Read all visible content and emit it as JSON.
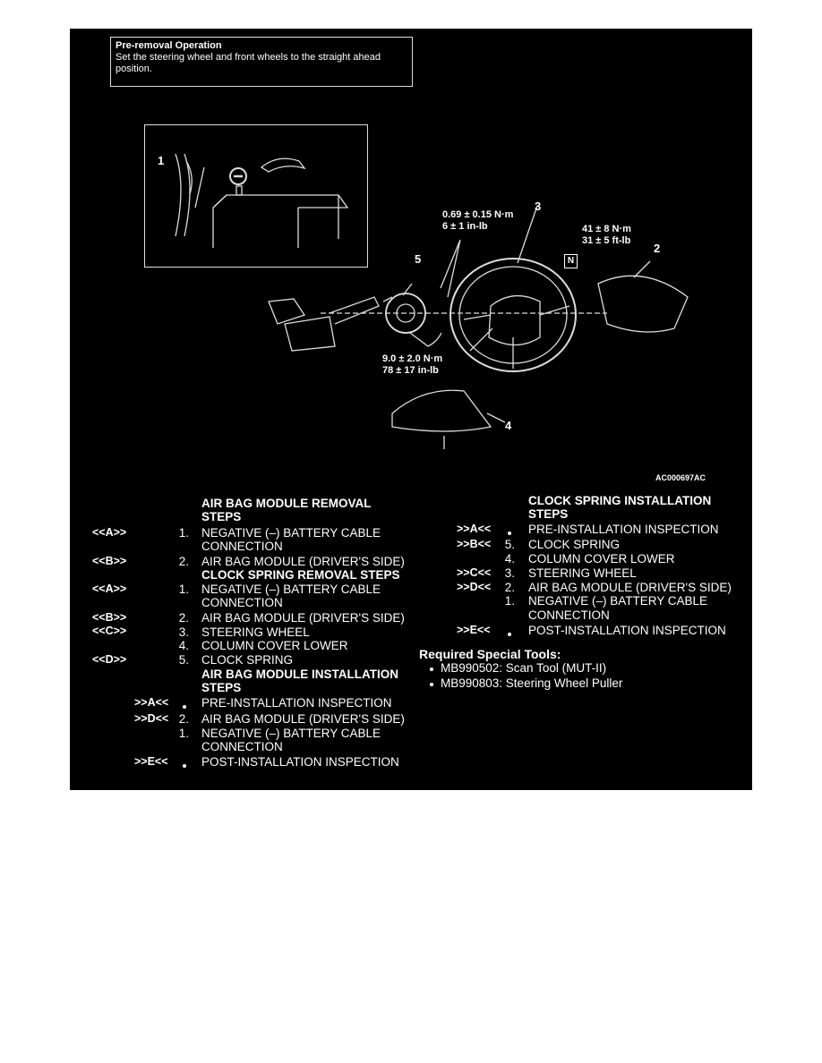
{
  "pre_removal": {
    "title": "Pre-removal Operation",
    "text": "Set the steering wheel and front wheels to the straight ahead position."
  },
  "figure": {
    "part_numbers": [
      "1",
      "2",
      "3",
      "4",
      "5"
    ],
    "torque_top_a": "0.69 ± 0.15 N·m",
    "torque_top_b": "6 ± 1 in-lb",
    "torque_right_a": "41 ± 8 N·m",
    "torque_right_b": "31 ± 5 ft-lb",
    "torque_bottom_a": "9.0 ± 2.0 N·m",
    "torque_bottom_b": "78 ± 17 in-lb",
    "n_marker": "N",
    "figure_id": "AC000697AC"
  },
  "left_steps": {
    "airbag_removal_heading_1": "AIR BAG MODULE REMOVAL",
    "airbag_removal_heading_2": "STEPS",
    "r1_ref": "<<A>>",
    "r1_idx": "1.",
    "r1_a": "NEGATIVE (–) BATTERY CABLE",
    "r1_b": "CONNECTION",
    "r2_ref": "<<B>>",
    "r2_idx": "2.",
    "r2": "AIR BAG MODULE (DRIVER'S SIDE)",
    "clock_removal_heading": "CLOCK SPRING REMOVAL STEPS",
    "c1_ref": "<<A>>",
    "c1_idx": "1.",
    "c1_a": "NEGATIVE (–) BATTERY CABLE",
    "c1_b": "CONNECTION",
    "c2_ref": "<<B>>",
    "c2_idx": "2.",
    "c2": "AIR BAG MODULE (DRIVER'S SIDE)",
    "c3_ref": "<<C>>",
    "c3_idx": "3.",
    "c3": "STEERING WHEEL",
    "c4_idx": "4.",
    "c4": "COLUMN COVER LOWER",
    "c5_ref": "<<D>>",
    "c5_idx": "5.",
    "c5": "CLOCK SPRING",
    "airbag_install_heading_1": "AIR BAG MODULE INSTALLATION",
    "airbag_install_heading_2": "STEPS",
    "i1_ref": ">>A<<",
    "i1": "PRE-INSTALLATION INSPECTION",
    "i2_ref": ">>D<<",
    "i2_idx": "2.",
    "i2": "AIR BAG MODULE (DRIVER'S SIDE)",
    "i3_idx": "1.",
    "i3_a": "NEGATIVE (–) BATTERY CABLE",
    "i3_b": "CONNECTION",
    "i4_ref": ">>E<<",
    "i4": "POST-INSTALLATION INSPECTION"
  },
  "right_steps": {
    "heading_1": "CLOCK SPRING INSTALLATION",
    "heading_2": "STEPS",
    "s1_ref": ">>A<<",
    "s1": "PRE-INSTALLATION INSPECTION",
    "s2_ref": ">>B<<",
    "s2_idx": "5.",
    "s2": "CLOCK SPRING",
    "s3_idx": "4.",
    "s3": "COLUMN COVER LOWER",
    "s4_ref": ">>C<<",
    "s4_idx": "3.",
    "s4": "STEERING WHEEL",
    "s5_ref": ">>D<<",
    "s5_idx": "2.",
    "s5": "AIR BAG MODULE (DRIVER'S SIDE)",
    "s6_idx": "1.",
    "s6_a": "NEGATIVE (–) BATTERY CABLE",
    "s6_b": "CONNECTION",
    "s7_ref": ">>E<<",
    "s7": "POST-INSTALLATION INSPECTION"
  },
  "tools": {
    "heading": "Required Special Tools:",
    "items": [
      "MB990502: Scan Tool (MUT-II)",
      "MB990803: Steering Wheel Puller"
    ]
  }
}
